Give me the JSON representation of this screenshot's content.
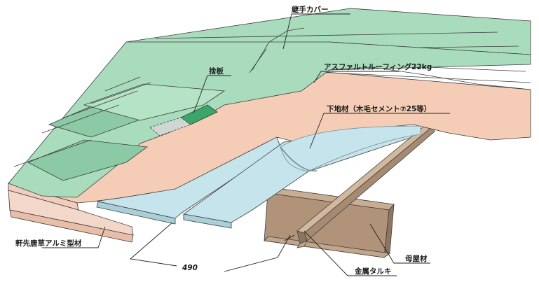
{
  "labels": {
    "joint_cover": "継手カバー",
    "waste_board": "捨板",
    "asphalt_roofing": "アスファルトルーフィング22kg",
    "substrate": "下地材（木毛セメント⑦25等）",
    "eave_trim": "軒先唐草アルミ型材",
    "purlin": "母屋材",
    "metal_rafter": "金属タルキ"
  },
  "dimension": {
    "spacing": "490"
  },
  "colors": {
    "roof_sheet": "#a9dcbd",
    "roof_sheet_dark": "#8ccaa5",
    "roofing_felt": "#f5cdb6",
    "substrate": "#c6e4ec",
    "steel": "#b59a82",
    "steel_dark": "#8f7560",
    "line": "#3d3d3d"
  }
}
